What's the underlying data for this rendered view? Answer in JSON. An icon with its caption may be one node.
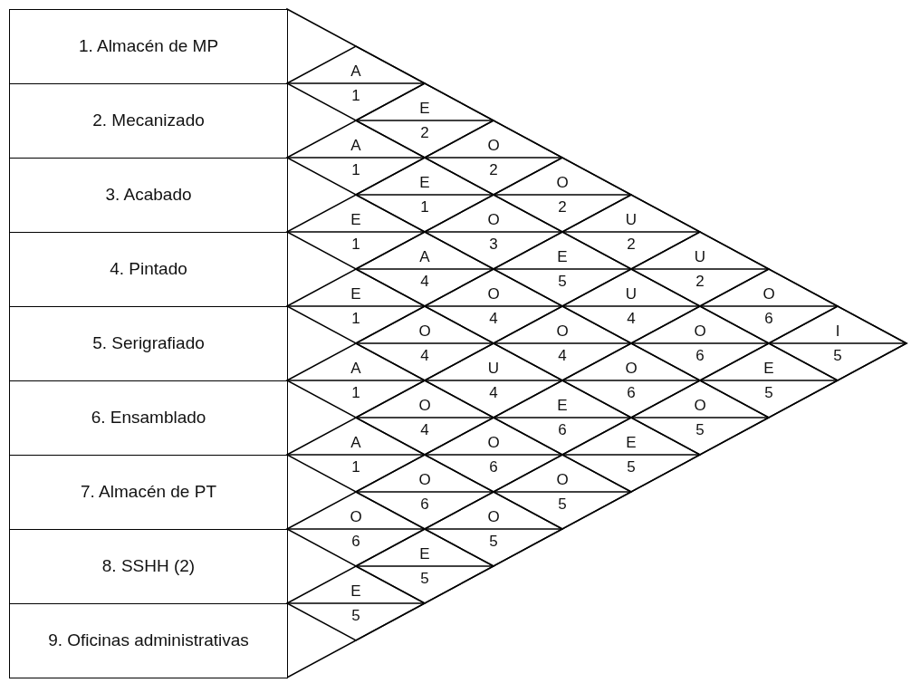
{
  "diagram": {
    "nodes": [
      {
        "text": [
          "1. Almacén de MP"
        ]
      },
      {
        "text": [
          "2. Mecanizado"
        ]
      },
      {
        "text": [
          "3. Acabado"
        ]
      },
      {
        "text": [
          "4. Pintado"
        ]
      },
      {
        "text": [
          "5. Serigrafiado"
        ]
      },
      {
        "text": [
          "6. Ensamblado"
        ]
      },
      {
        "text": [
          "7. Almacén de PT"
        ]
      },
      {
        "text": [
          "8. SSHH (2)"
        ]
      },
      {
        "text": [
          "9. Oficinas administrativas"
        ]
      },
      {
        "text": [
          "A",
          "1"
        ]
      },
      {
        "text": [
          "E",
          "2"
        ]
      },
      {
        "text": [
          "A",
          "1"
        ]
      },
      {
        "text": [
          "O",
          "2"
        ]
      },
      {
        "text": [
          "E",
          "1"
        ]
      },
      {
        "text": [
          "O",
          "2"
        ]
      },
      {
        "text": [
          "E",
          "1"
        ]
      },
      {
        "text": [
          "O",
          "3"
        ]
      },
      {
        "text": [
          "U",
          "2"
        ]
      },
      {
        "text": [
          "A",
          "4"
        ]
      },
      {
        "text": [
          "E",
          "5"
        ]
      },
      {
        "text": [
          "U",
          "2"
        ]
      },
      {
        "text": [
          "E",
          "1"
        ]
      },
      {
        "text": [
          "O",
          "4"
        ]
      },
      {
        "text": [
          "U",
          "4"
        ]
      },
      {
        "text": [
          "O",
          "6"
        ]
      },
      {
        "text": [
          "O",
          "4"
        ]
      },
      {
        "text": [
          "O",
          "4"
        ]
      },
      {
        "text": [
          "O",
          "6"
        ]
      },
      {
        "text": [
          "I",
          "5"
        ]
      },
      {
        "text": [
          "A",
          "1"
        ]
      },
      {
        "text": [
          "U",
          "4"
        ]
      },
      {
        "text": [
          "O",
          "6"
        ]
      },
      {
        "text": [
          "E",
          "5"
        ]
      },
      {
        "text": [
          "O",
          "4"
        ]
      },
      {
        "text": [
          "E",
          "6"
        ]
      },
      {
        "text": [
          "O",
          "5"
        ]
      },
      {
        "text": [
          "A",
          "1"
        ]
      },
      {
        "text": [
          "O",
          "6"
        ]
      },
      {
        "text": [
          "E",
          "5"
        ]
      },
      {
        "text": [
          "O",
          "6"
        ]
      },
      {
        "text": [
          "O",
          "5"
        ]
      },
      {
        "text": [
          "O",
          "6"
        ]
      },
      {
        "text": [
          "O",
          "5"
        ]
      },
      {
        "text": [
          "E",
          "5"
        ]
      },
      {
        "text": [
          "E",
          "5"
        ]
      }
    ]
  }
}
